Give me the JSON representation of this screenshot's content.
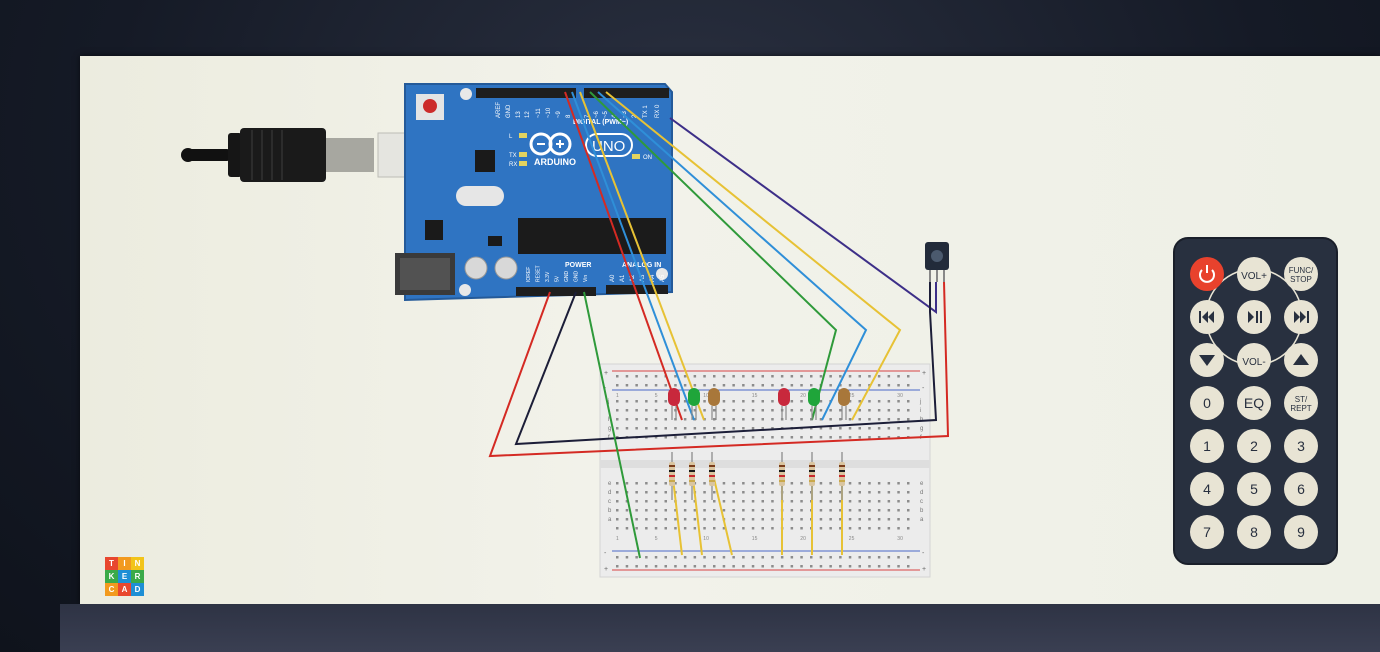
{
  "arduino": {
    "brand": "ARDUINO",
    "model": "UNO",
    "digital_label": "DIGITAL (PWM~)",
    "power_label": "POWER",
    "analog_label": "ANALOG IN",
    "header_pins": [
      "AREF",
      "GND",
      "13",
      "12",
      "~11",
      "~10",
      "~9",
      "8",
      "7",
      "~6",
      "~5",
      "4",
      "~3",
      "2",
      "TX 1",
      "RX 0"
    ],
    "power_pins": [
      "IOREF",
      "RESET",
      "3.3V",
      "5V",
      "GND",
      "GND",
      "Vin"
    ],
    "analog_pins": [
      "A0",
      "A1",
      "A2",
      "A3",
      "A4",
      "A5"
    ],
    "led_labels": [
      "L",
      "TX",
      "RX"
    ],
    "on_label": "ON"
  },
  "logo": {
    "letters": [
      "T",
      "I",
      "N",
      "K",
      "E",
      "R",
      "C",
      "A",
      "D"
    ],
    "colors": [
      "#e8472f",
      "#f29a1f",
      "#f2c41a",
      "#3aaa49",
      "#1e8fd5",
      "#3aaa49",
      "#f29a1f",
      "#e8472f",
      "#1e8fd5"
    ]
  },
  "remote": {
    "buttons": [
      {
        "label": "",
        "icon": "power-icon",
        "color": "#e8422d"
      },
      {
        "label": "VOL+",
        "icon": "",
        "color": "#e8e4d4"
      },
      {
        "label": "FUNC/\nSTOP",
        "icon": "",
        "color": "#e8e4d4"
      },
      {
        "label": "",
        "icon": "rewind-icon",
        "color": "#e8e4d4"
      },
      {
        "label": "",
        "icon": "play-pause-icon",
        "color": "#e8e4d4"
      },
      {
        "label": "",
        "icon": "fast-forward-icon",
        "color": "#e8e4d4"
      },
      {
        "label": "",
        "icon": "down-arrow-icon",
        "color": "#e8e4d4"
      },
      {
        "label": "VOL-",
        "icon": "",
        "color": "#e8e4d4"
      },
      {
        "label": "",
        "icon": "up-arrow-icon",
        "color": "#e8e4d4"
      },
      {
        "label": "0",
        "icon": "",
        "color": "#e8e4d4"
      },
      {
        "label": "EQ",
        "icon": "",
        "color": "#e8e4d4"
      },
      {
        "label": "ST/\nREPT",
        "icon": "",
        "color": "#e8e4d4"
      },
      {
        "label": "1",
        "icon": "",
        "color": "#e8e4d4"
      },
      {
        "label": "2",
        "icon": "",
        "color": "#e8e4d4"
      },
      {
        "label": "3",
        "icon": "",
        "color": "#e8e4d4"
      },
      {
        "label": "4",
        "icon": "",
        "color": "#e8e4d4"
      },
      {
        "label": "5",
        "icon": "",
        "color": "#e8e4d4"
      },
      {
        "label": "6",
        "icon": "",
        "color": "#e8e4d4"
      },
      {
        "label": "7",
        "icon": "",
        "color": "#e8e4d4"
      },
      {
        "label": "8",
        "icon": "",
        "color": "#e8e4d4"
      },
      {
        "label": "9",
        "icon": "",
        "color": "#e8e4d4"
      }
    ]
  },
  "breadboard": {
    "row_letters_top": [
      "j",
      "i",
      "h",
      "g",
      "f"
    ],
    "row_letters_bottom": [
      "e",
      "d",
      "c",
      "b",
      "a"
    ],
    "column_numbers": [
      "1",
      "5",
      "10",
      "15",
      "20",
      "25",
      "30"
    ],
    "rail_signs": [
      "+",
      "-"
    ]
  },
  "leds": [
    {
      "color": "#c8283c"
    },
    {
      "color": "#1fa53a"
    },
    {
      "color": "#a8773a"
    },
    {
      "color": "#c8283c"
    },
    {
      "color": "#1fa53a"
    },
    {
      "color": "#a8773a"
    }
  ],
  "wires": {
    "red": "#d42a23",
    "black": "#1c1e38",
    "green": "#2f9a3a",
    "yellow": "#e7c235",
    "blue": "#2f8fd8",
    "purple": "#3d2f88"
  }
}
